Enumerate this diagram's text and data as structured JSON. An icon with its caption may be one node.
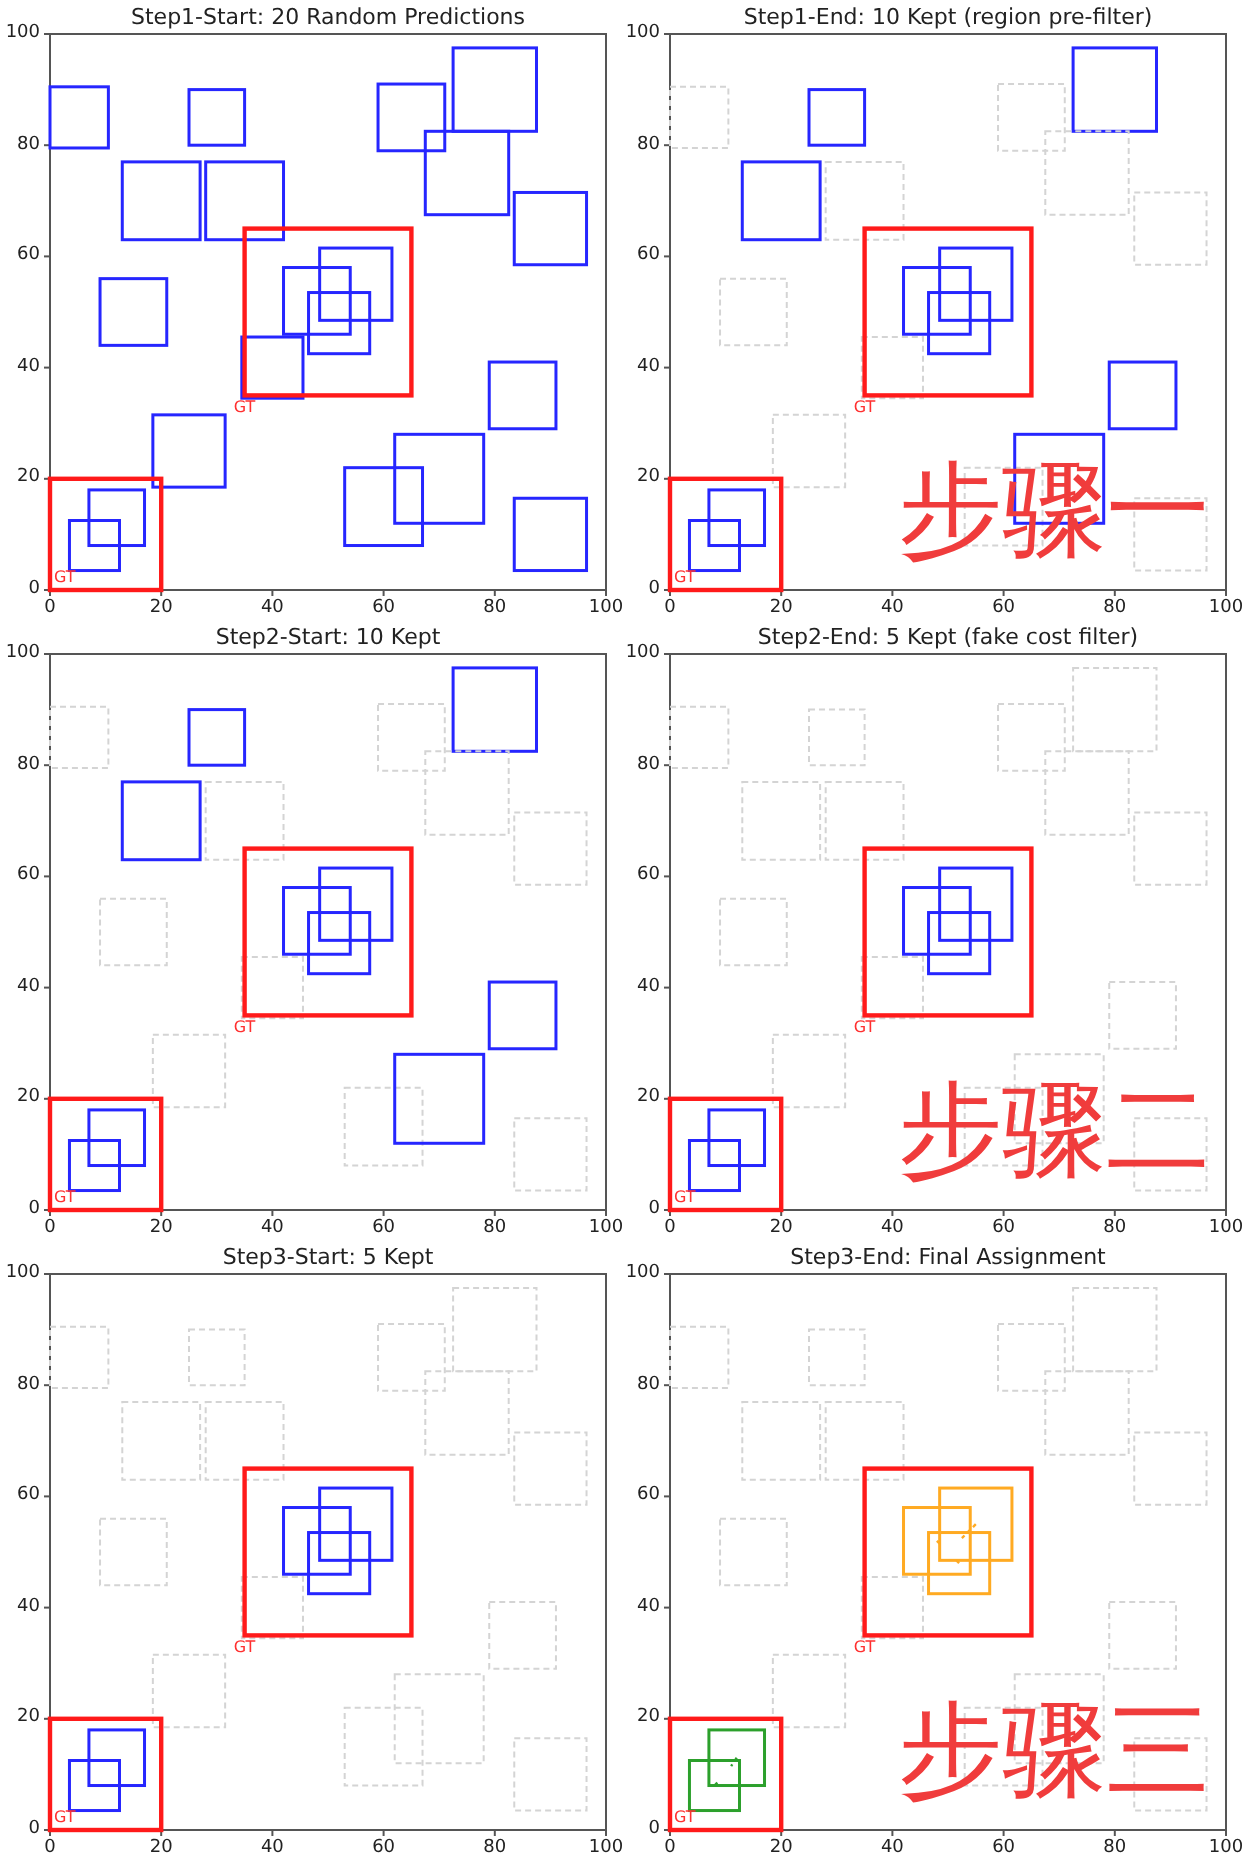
{
  "diagram": {
    "labels": [
      "Step1-Start: 20 Random Predictions",
      "100",
      "80",
      "60",
      "40",
      "20",
      "0",
      "0",
      "20",
      "40",
      "60",
      "80",
      "100",
      "GT",
      "GT",
      "Step1-End: 10 Kept (region pre-filter)",
      "100",
      "80",
      "60",
      "40",
      "20",
      "0",
      "0",
      "20",
      "40",
      "60",
      "80",
      "100",
      "GT",
      "GT",
      "步骤一",
      "Step2-Start: 10 Kept",
      "100",
      "80",
      "60",
      "40",
      "20",
      "0",
      "0",
      "20",
      "40",
      "60",
      "80",
      "100",
      "GT",
      "GT",
      "Step2-End: 5 Kept (fake cost filter)",
      "100",
      "80",
      "60",
      "40",
      "20",
      "0",
      "0",
      "20",
      "40",
      "60",
      "80",
      "100",
      "GT",
      "GT",
      "步骤二",
      "Step3-Start: 5 Kept",
      "100",
      "80",
      "60",
      "40",
      "20",
      "0",
      "0",
      "20",
      "40",
      "60",
      "80",
      "100",
      "GT",
      "GT",
      "Step3-End: Final Assignment",
      "100",
      "80",
      "60",
      "40",
      "20",
      "0",
      "0",
      "20",
      "40",
      "60",
      "80",
      "100",
      "GT",
      "GT",
      "步骤三"
    ]
  }
}
